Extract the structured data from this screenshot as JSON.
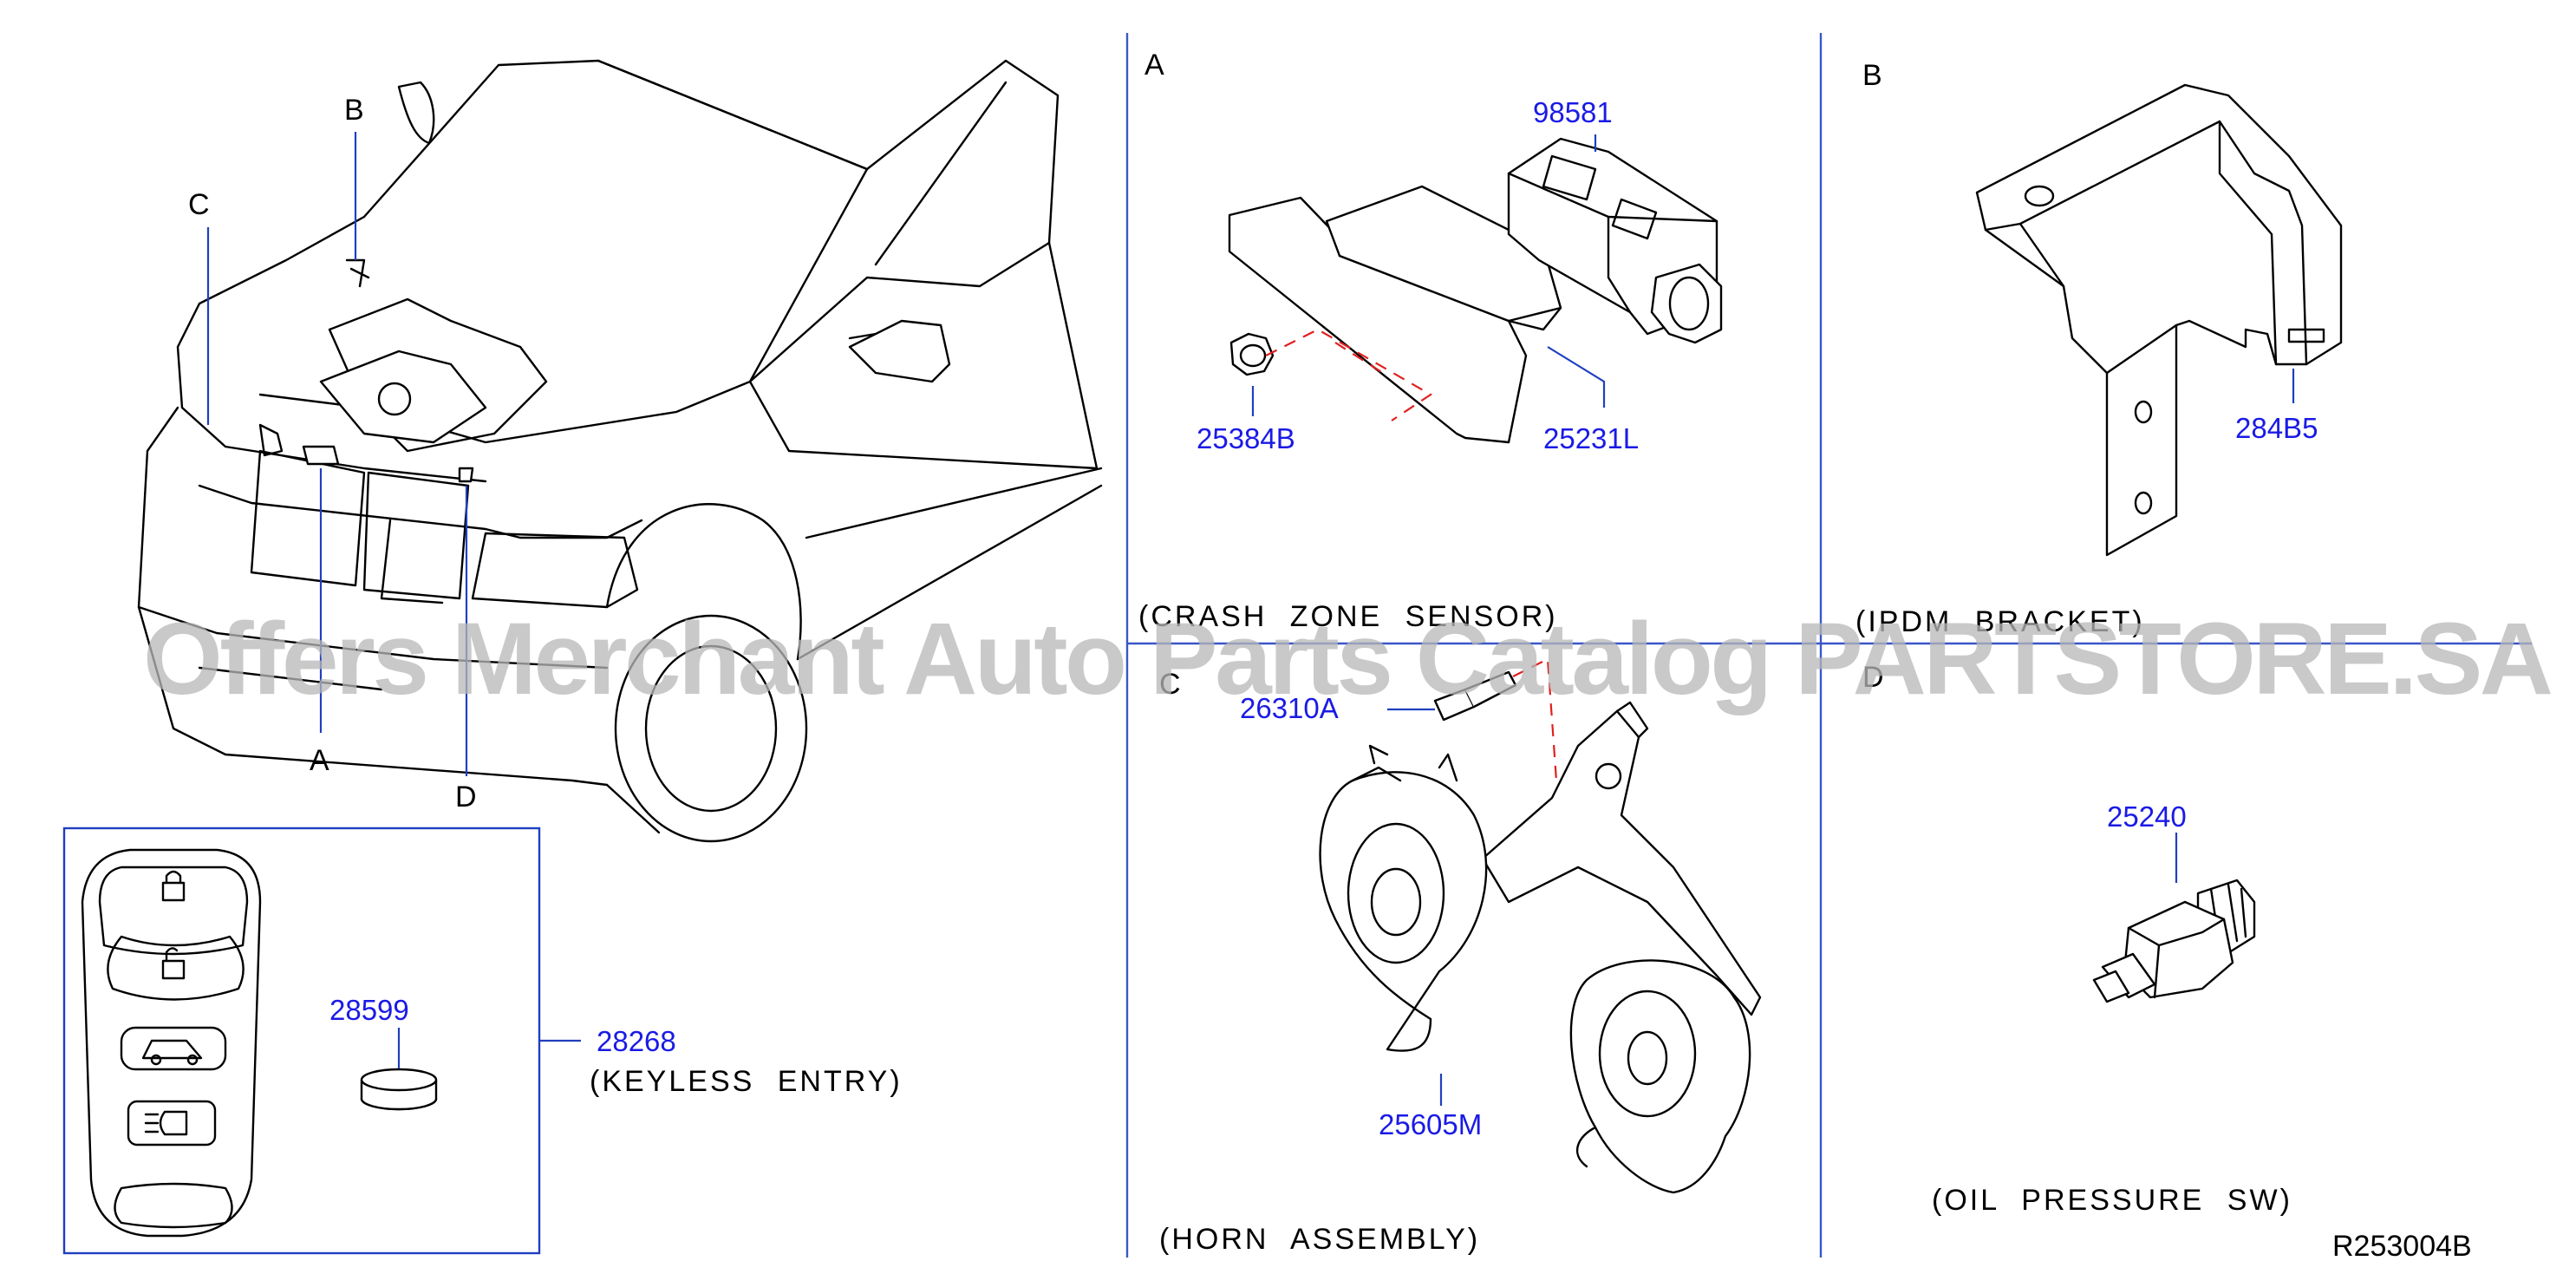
{
  "sections": {
    "A": {
      "ref": "A",
      "caption": "(CRASH  ZONE  SENSOR)",
      "parts": [
        "98581",
        "25384B",
        "25231L"
      ]
    },
    "B": {
      "ref": "B",
      "caption": "(IPDM  BRACKET)",
      "parts": [
        "284B5"
      ]
    },
    "C": {
      "ref": "C",
      "caption": "(HORN  ASSEMBLY)",
      "parts": [
        "26310A",
        "25605M"
      ]
    },
    "D": {
      "ref": "D",
      "caption": "(OIL  PRESSURE  SW)",
      "parts": [
        "25240"
      ]
    }
  },
  "vehicle_callouts": {
    "a": "A",
    "b": "B",
    "c": "C",
    "d": "D"
  },
  "keyless": {
    "part_fob": "28268",
    "part_battery": "28599",
    "caption": "(KEYLESS  ENTRY)"
  },
  "watermark": "Offers Merchant Auto Parts Catalog PARTSTORE.SA",
  "diagram_code": "R253004B",
  "colors": {
    "part_number": "#1a1ae6",
    "leader": "#1f3fbf",
    "dashed_guide": "#e02020",
    "divider": "#3a57c7"
  },
  "icons": [
    "lock-icon",
    "unlock-icon",
    "liftgate-icon",
    "panic-light-icon"
  ]
}
